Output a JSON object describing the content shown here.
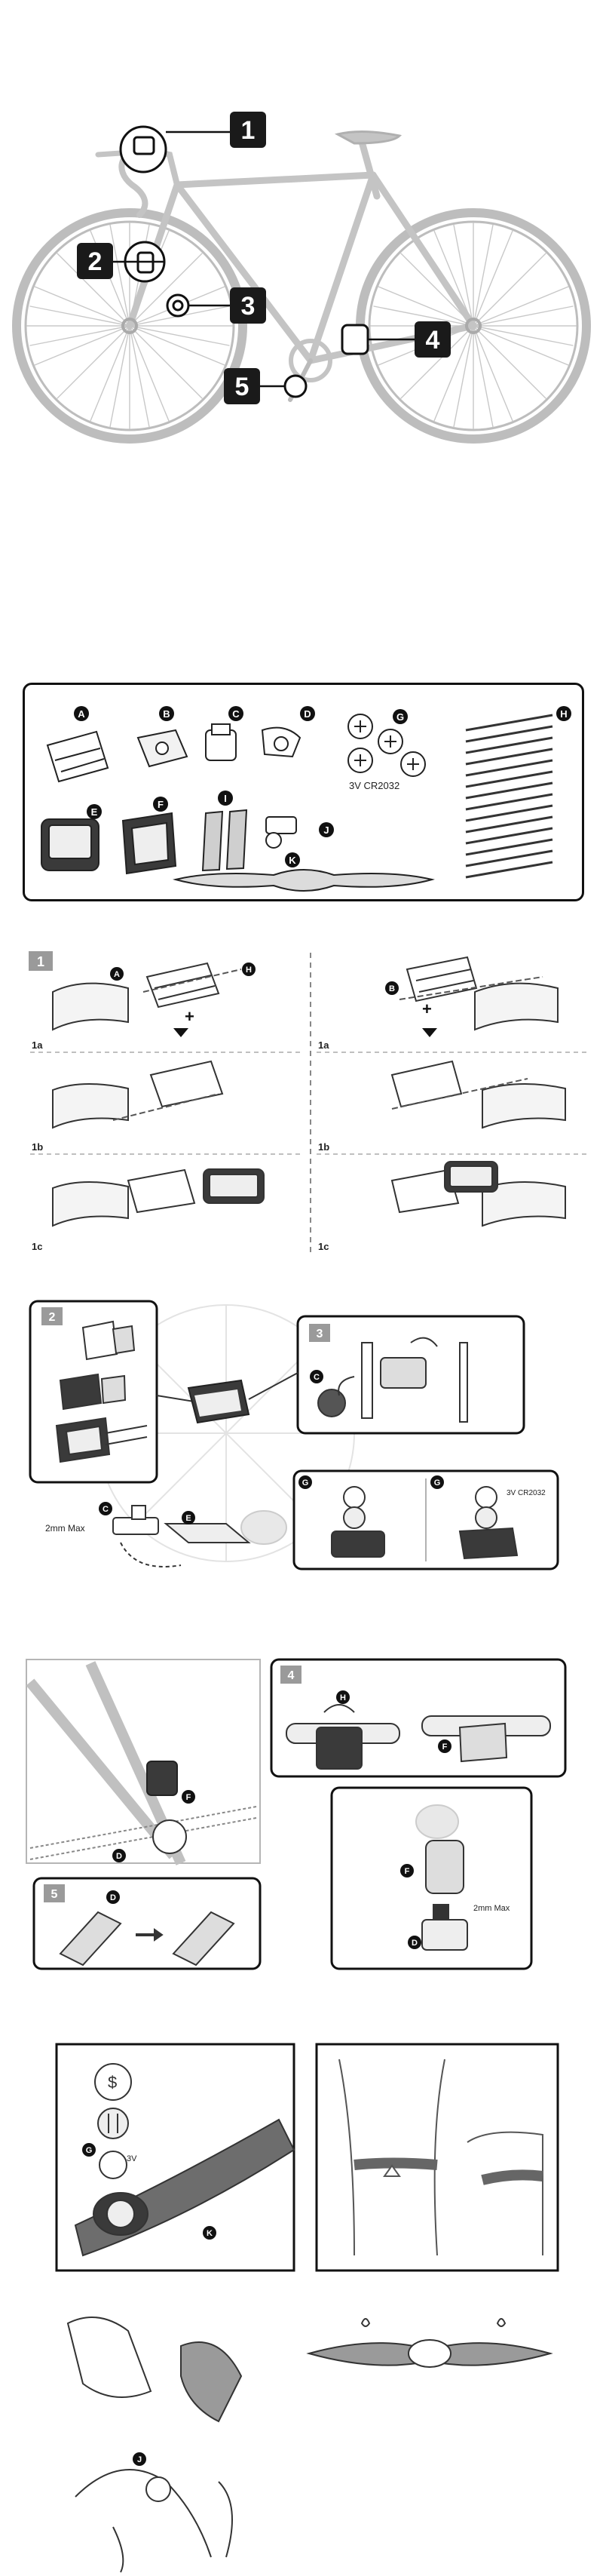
{
  "bike": {
    "callouts": [
      "1",
      "2",
      "3",
      "4",
      "5"
    ]
  },
  "parts": {
    "letters": [
      "A",
      "B",
      "C",
      "D",
      "G",
      "H",
      "E",
      "F",
      "I",
      "J",
      "K"
    ],
    "battery_label": "3V CR2032"
  },
  "step1": {
    "number": "1",
    "sub_labels_left": [
      "1a",
      "1b",
      "1c"
    ],
    "sub_labels_right": [
      "1a",
      "1b",
      "1c"
    ],
    "part_letters": [
      "A",
      "H",
      "B"
    ]
  },
  "step2": {
    "number": "2",
    "gap_label": "2mm Max",
    "part_letters": [
      "C",
      "E"
    ]
  },
  "step3": {
    "number": "3",
    "part_letters": [
      "C"
    ]
  },
  "battery_panel": {
    "letters": [
      "G",
      "G"
    ],
    "battery_label": "3V CR2032"
  },
  "step4": {
    "number": "4",
    "part_letters": [
      "H",
      "F",
      "F",
      "D"
    ],
    "gap_label": "2mm Max"
  },
  "step5": {
    "number": "5",
    "part_letters": [
      "D"
    ]
  },
  "hrm": {
    "part_letters": [
      "G",
      "K",
      "J"
    ],
    "battery_label": "3V"
  },
  "colors": {
    "callout_bg": "#1a1a1a",
    "step_badge": "#9a9a9a",
    "line": "#333333",
    "frame_gray": "#b5b5b5"
  }
}
